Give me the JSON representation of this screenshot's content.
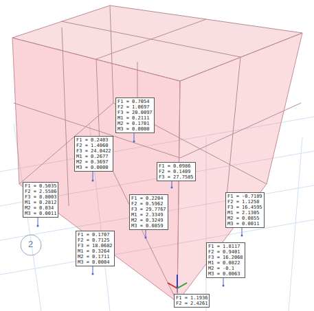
{
  "diagram": {
    "nodes": [
      {
        "text": [
          "F1 = 0.7054",
          "F2 = 1.0697",
          "F3 = 20.0097",
          "M1 = 0.2111",
          "M2 = 0.1701",
          "M3 = 0.0000"
        ]
      },
      {
        "text": [
          "F1 = 0.2403",
          "F2 = 1.4060",
          "F3 = 24.0422",
          "M1 = 0.2677",
          "M2 = 0.3697",
          "M3 = 0.0000"
        ]
      },
      {
        "text": [
          "F1 = 0.5035",
          "F2 = 2.5586",
          "F3 = 8.8003",
          "M1 = 0.2812",
          "M2 = 0.034",
          "M3 = 0.0011"
        ]
      },
      {
        "text": [
          "F1 = 0.0986",
          "F2 = 0.1409",
          "F3 = 27.7585"
        ]
      },
      {
        "text": [
          "F1 = 0.2204",
          "F2 = 0.5962",
          "F3 = 29.7767",
          "M1 = 2.3349",
          "M2 = 0.3249",
          "M3 = 0.0859"
        ]
      },
      {
        "text": [
          "F1 = 0.1707",
          "F2 = 0.7125",
          "F3 = 18.0682",
          "M1 = 0.3264",
          "M2 = 0.1711",
          "M3 = 0.0004"
        ]
      },
      {
        "text": [
          "F1 = -0.7189",
          "F2 = 1.1258",
          "F3 = 16.4595",
          "M1 = 2.1305",
          "M2 = 0.0855",
          "M3 = 0.0011"
        ]
      },
      {
        "text": [
          "F1 = 1.8117",
          "F2 = 0.9401",
          "F3 = 16.2068",
          "M1 = 0.0822",
          "M2 = -0.1",
          "M3 = 0.0063"
        ]
      },
      {
        "text": [
          "F1 = 1.1936",
          "F2 = 2.4261"
        ]
      }
    ],
    "labels": [
      "2"
    ]
  }
}
